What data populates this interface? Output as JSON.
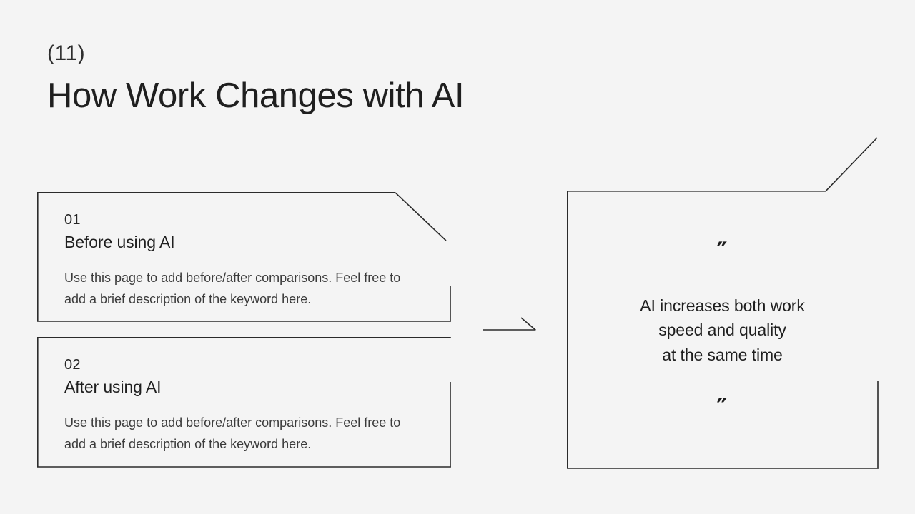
{
  "background_color": "#f4f4f4",
  "line_color": "#2b2b2b",
  "text_color": "#1f1f1f",
  "header": {
    "slide_number": "(11)",
    "title": "How Work Changes with AI"
  },
  "cards": [
    {
      "index": "01",
      "heading": "Before using AI",
      "body": "Use this page to add before/after comparisons. Feel free to add a brief description of the keyword here."
    },
    {
      "index": "02",
      "heading": "After using AI",
      "body": "Use this page to add before/after comparisons. Feel free to add a brief description of the keyword here."
    }
  ],
  "connector": {
    "icon": "arrow-right-icon"
  },
  "quote": {
    "open_mark": "″",
    "close_mark": "″",
    "line1": "AI increases both work",
    "line2": "speed and quality",
    "line3": "at the same time"
  }
}
